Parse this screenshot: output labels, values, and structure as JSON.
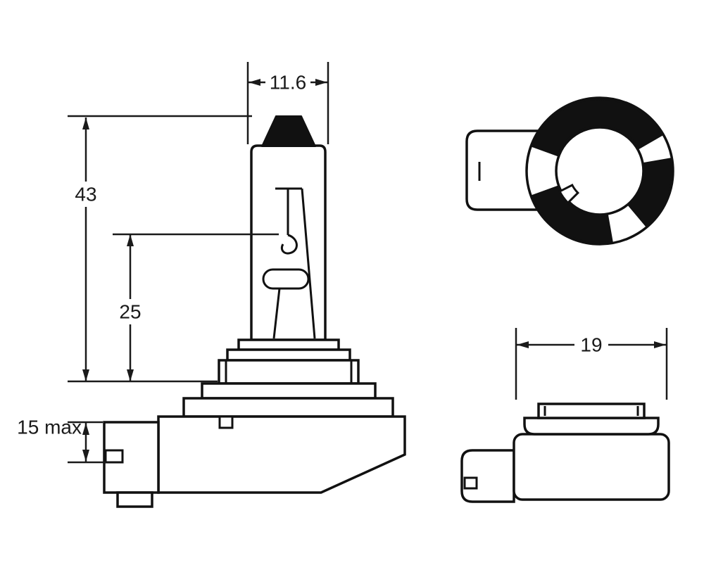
{
  "diagram": {
    "background_color": "#ffffff",
    "line_color": "#111111",
    "dimension_color": "#1a1a1a",
    "dimensions": {
      "bulb_diameter": "11.6",
      "overall_length": "43",
      "glass_length": "25",
      "base_depth": "15 max",
      "base_width": "19"
    }
  }
}
